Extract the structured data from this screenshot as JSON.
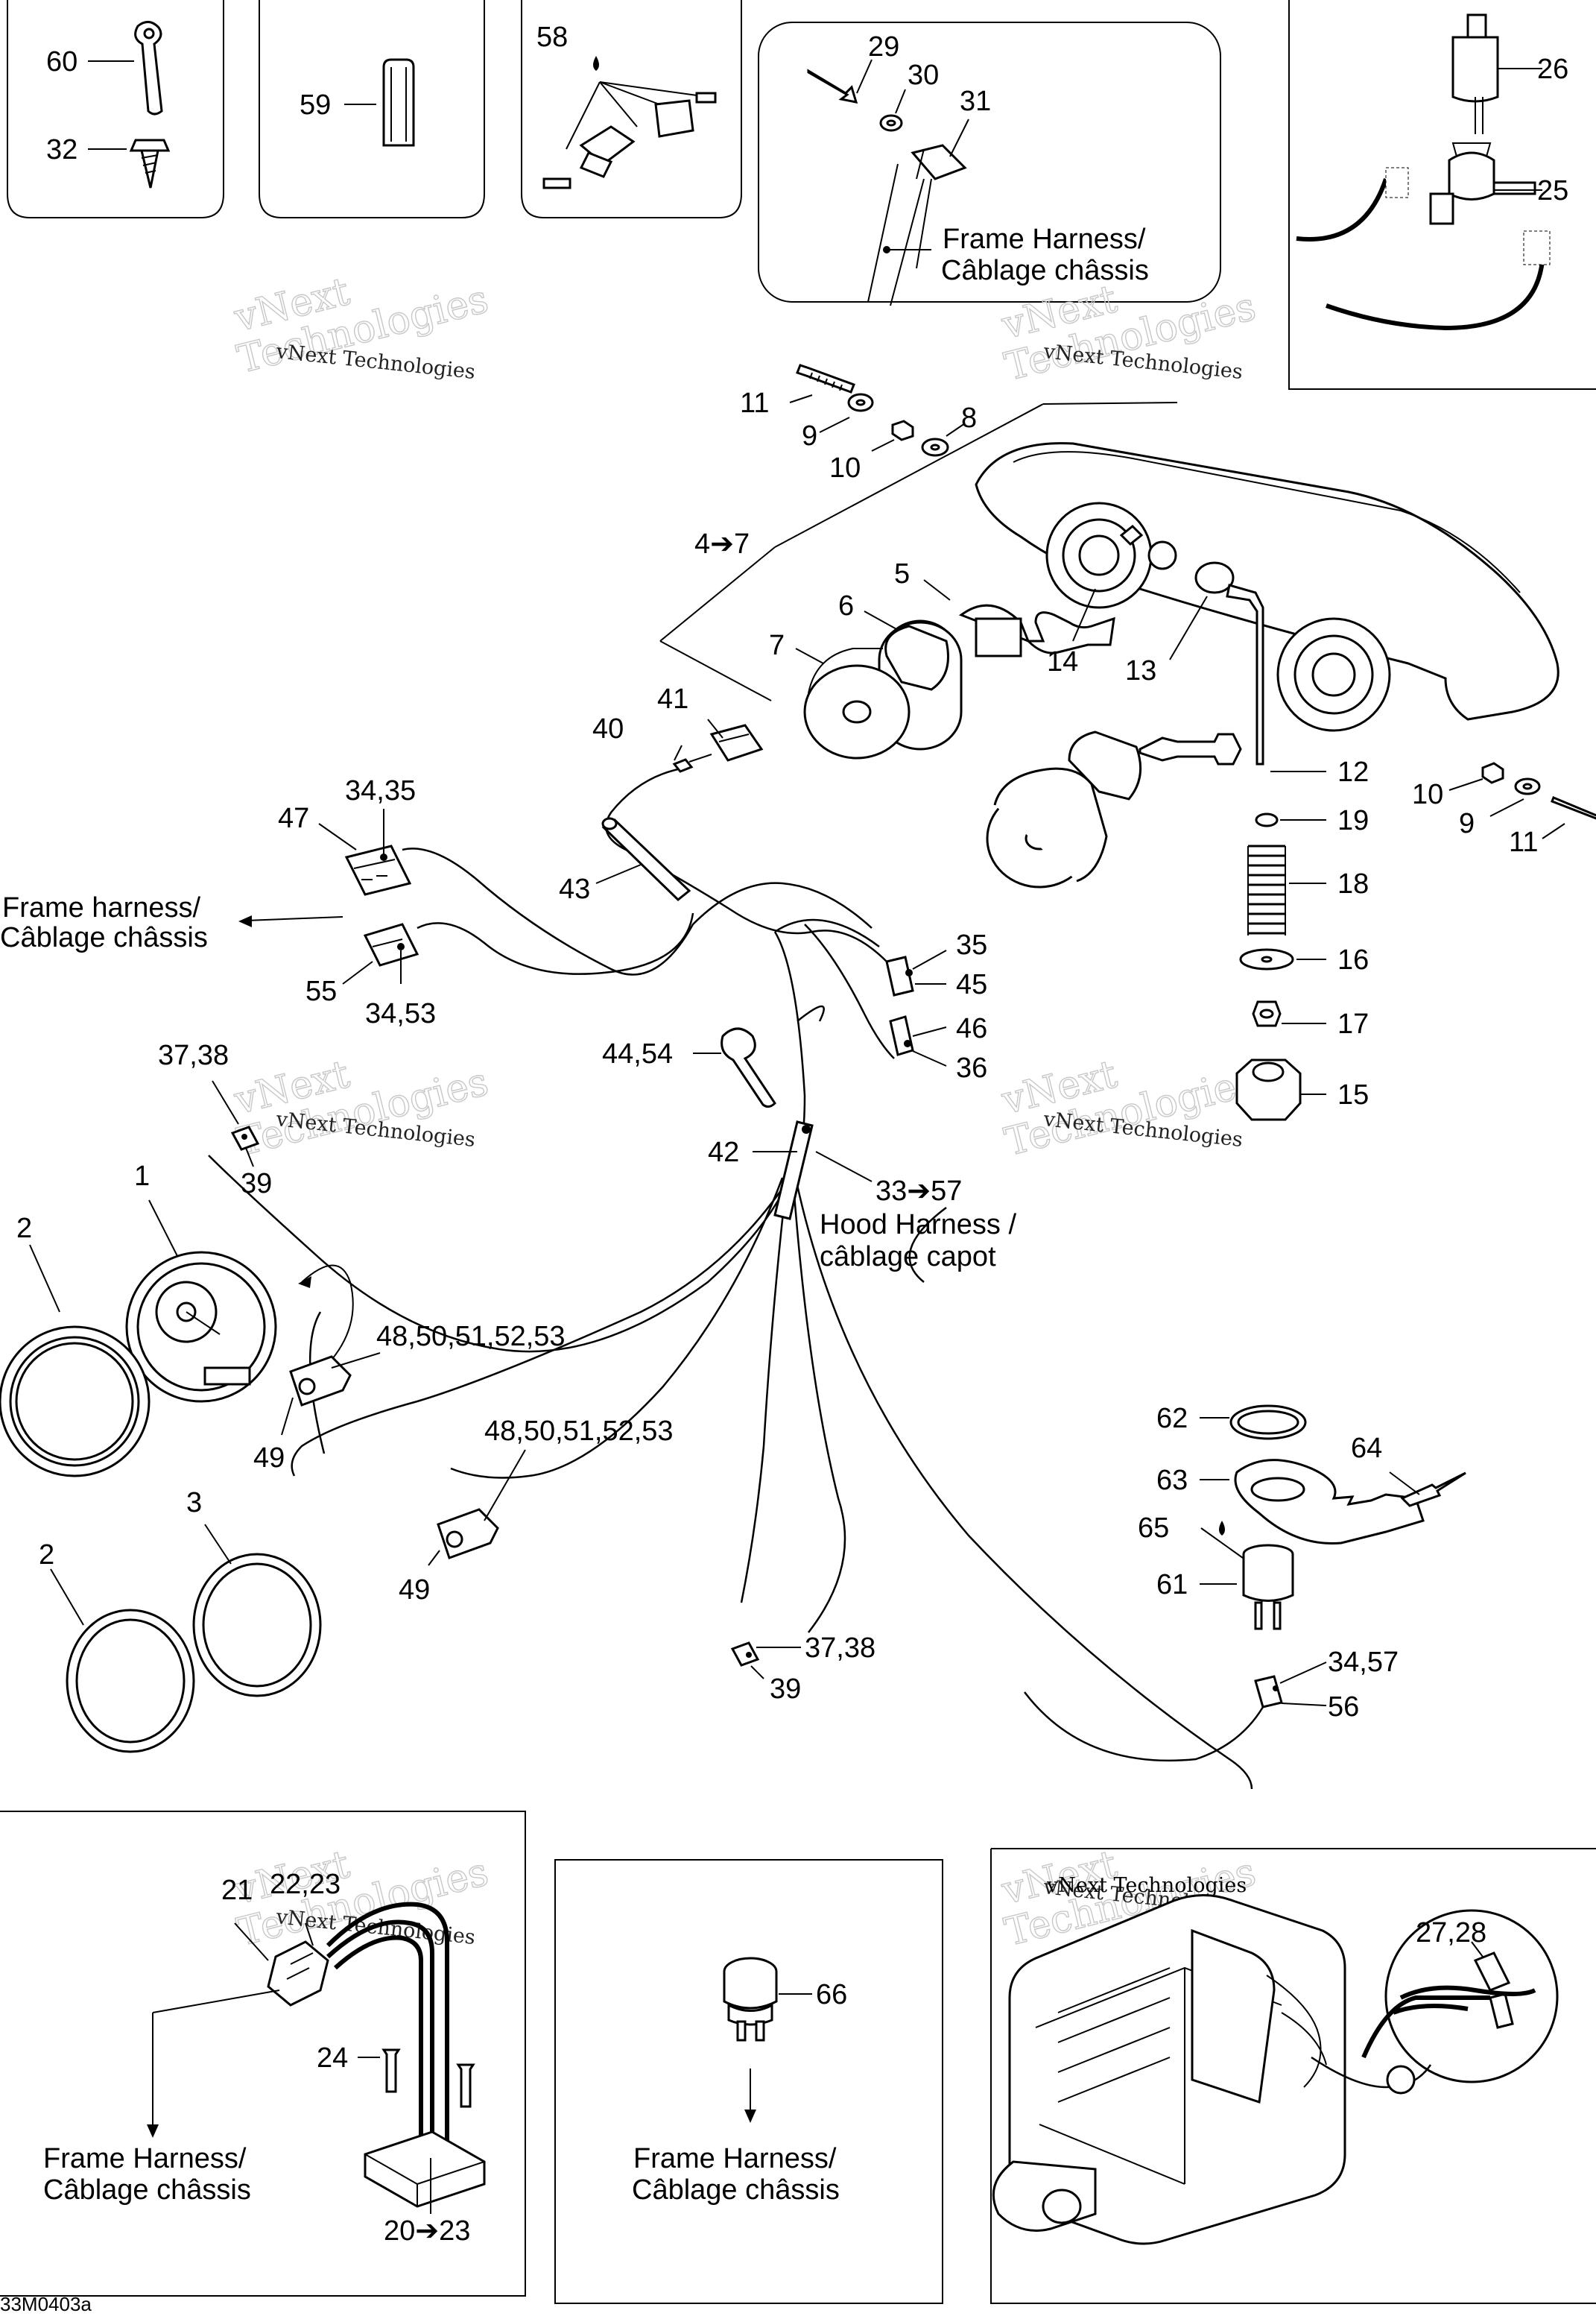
{
  "diagram_code": "33M0403a",
  "watermark": {
    "line1": "vNext Technologies",
    "line2": "Technologies",
    "line3": "vNext"
  },
  "labels": {
    "n60": "60",
    "n32": "32",
    "n59": "59",
    "n58": "58",
    "n29": "29",
    "n30": "30",
    "n31": "31",
    "frame_harness_top": "Frame Harness/",
    "cablage_top": "Câblage châssis",
    "n26": "26",
    "n25": "25",
    "n11a": "11",
    "n9a": "9",
    "n10a": "10",
    "n8": "8",
    "n4_7": "4➔7",
    "n5": "5",
    "n6": "6",
    "n7": "7",
    "n14": "14",
    "n13": "13",
    "n41": "41",
    "n40": "40",
    "n43": "43",
    "n34_35": "34,35",
    "n47": "47",
    "frame_harness_left": "Frame harness/",
    "cablage_left": "Câblage châssis",
    "n55": "55",
    "n34_53": "34,53",
    "n12": "12",
    "n10b": "10",
    "n9b": "9",
    "n11b": "11",
    "n19": "19",
    "n18": "18",
    "n16": "16",
    "n17": "17",
    "n15": "15",
    "n35": "35",
    "n45": "45",
    "n46": "46",
    "n36": "36",
    "n44_54": "44,54",
    "n37_38a": "37,38",
    "n39a": "39",
    "n42": "42",
    "n33_57": "33➔57",
    "hood_harness": "Hood Harness /",
    "cablage_capot": "câblage capot",
    "n1": "1",
    "n2a": "2",
    "n48_53a": "48,50,51,52,53",
    "n49a": "49",
    "n48_53b": "48,50,51,52,53",
    "n49b": "49",
    "n3": "3",
    "n2b": "2",
    "n37_38b": "37,38",
    "n39b": "39",
    "n62": "62",
    "n63": "63",
    "n64": "64",
    "n65": "65",
    "n61": "61",
    "n34_57": "34,57",
    "n56": "56",
    "n21": "21",
    "n22_23": "22,23",
    "n24": "24",
    "n20_23": "20➔23",
    "frame_harness_bl": "Frame Harness/",
    "cablage_bl": "Câblage châssis",
    "n66": "66",
    "frame_harness_bm": "Frame Harness/",
    "cablage_bm": "Câblage châssis",
    "n27_28": "27,28"
  }
}
